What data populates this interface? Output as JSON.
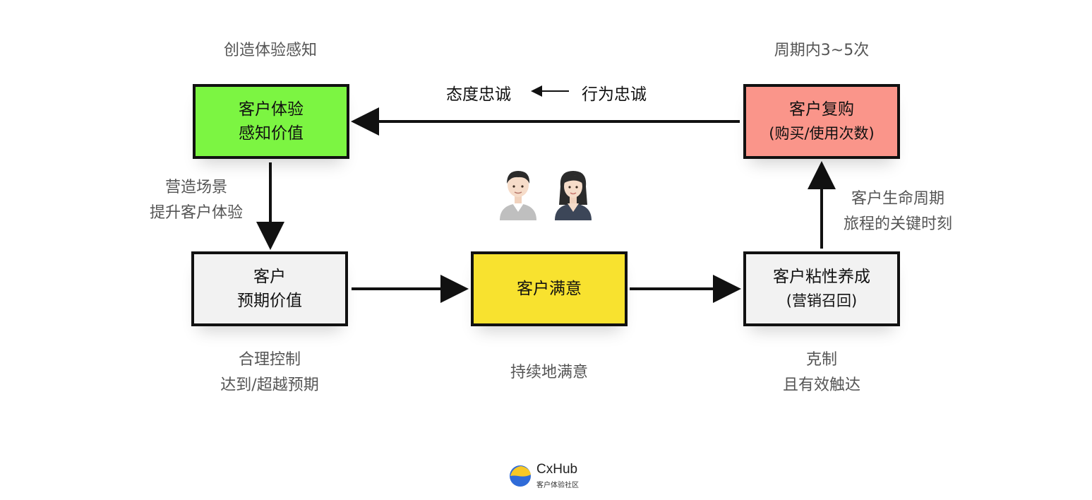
{
  "boxes": {
    "experience": {
      "line1": "客户体验",
      "line2": "感知价值",
      "color": "#7cf542"
    },
    "repurchase": {
      "line1": "客户复购",
      "line2": "(购买/使用次数)",
      "color": "#fa958a"
    },
    "expectation": {
      "line1": "客户",
      "line2": "预期价值",
      "color": "#f2f2f2"
    },
    "satisfaction": {
      "line1": "客户满意",
      "color": "#f8e22f"
    },
    "stickiness": {
      "line1": "客户粘性养成",
      "line2": "(营销召回)",
      "color": "#f2f2f2"
    }
  },
  "labels": {
    "experience_top": "创造体验感知",
    "repurchase_top": "周期内3~5次",
    "scene_line1": "营造场景",
    "scene_line2": "提升客户体验",
    "lifecycle_line1": "客户生命周期",
    "lifecycle_line2": "旅程的关键时刻",
    "expectation_bottom_line1": "合理控制",
    "expectation_bottom_line2": "达到/超越预期",
    "satisfaction_bottom": "持续地满意",
    "stickiness_bottom_line1": "克制",
    "stickiness_bottom_line2": "且有效触达"
  },
  "loyalty": {
    "attitude": "态度忠诚",
    "behavior": "行为忠诚"
  },
  "people": [
    "man-icon",
    "woman-icon"
  ],
  "logo": {
    "name": "CxHub",
    "tagline": "客户体验社区"
  }
}
